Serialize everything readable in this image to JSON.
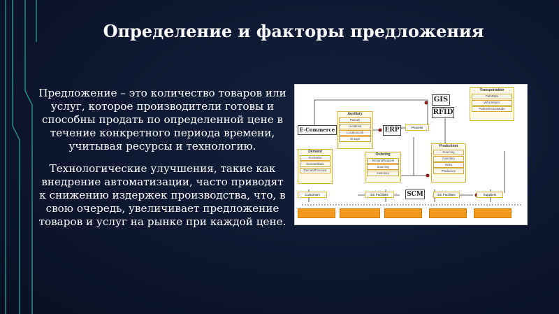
{
  "slide": {
    "title": "Определение и факторы предложения",
    "paragraph_1": "Предложение – это количество товаров или услуг, которое производители готовы и способны продать по определенной цене в течение конкретного периода времени, учитывая ресурсы и технологию.",
    "paragraph_2": "Технологические улучшения, такие как внедрение автоматизации, часто приводят к снижению издержек производства, что, в свою очередь, увеличивает предложение товаров и услуг на рынке при каждой цене."
  },
  "diagram": {
    "nodes": {
      "gis": "GIS",
      "rfid": "RFID",
      "ecommerce": "E-Commerce",
      "erp": "ERP",
      "scm": "SCM"
    },
    "transportation": {
      "title": "Transportation",
      "items": [
        "PathData",
        "VehicleSpec",
        "PathSelectionMode"
      ]
    },
    "auxiliary": {
      "title": "Auxiliary",
      "items": [
        "Periods",
        "Locations",
        "LocationLink",
        "Groups"
      ]
    },
    "demand": {
      "title": "Demand",
      "items": [
        "Scenarios",
        "DemandData",
        "DemandForecast"
      ]
    },
    "ordering": {
      "title": "Ordering",
      "items": [
        "DemandRequest",
        "Sourcing",
        "Inventory"
      ]
    },
    "production": {
      "title": "Production",
      "items": [
        "Sourcing",
        "Inventory",
        "BOM",
        "Production"
      ]
    },
    "labels": {
      "process": "Process",
      "customers": "Customers",
      "dc_facilities_1": "DC Facilities",
      "dc_facilities_2": "DC Facilities",
      "suppliers": "Suppliers"
    }
  }
}
